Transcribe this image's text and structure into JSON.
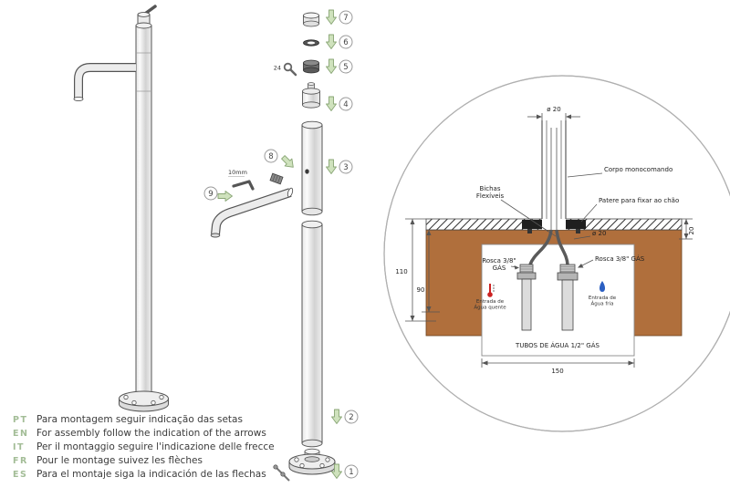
{
  "steps": [
    "1",
    "2",
    "3",
    "4",
    "5",
    "6",
    "7",
    "8",
    "9"
  ],
  "tools": {
    "wrench_size": "24",
    "allen_size": "10mm"
  },
  "colors": {
    "arrow_fill": "#cfe2bd",
    "arrow_stroke": "#88a574",
    "floor_fill": "#b06f3c",
    "hot": "#cc2222",
    "cold": "#2b5fc2",
    "lang_code": "#a3bd97"
  },
  "detail": {
    "dia_top": "ø 20",
    "dia_mid": "ø 20",
    "corpo": "Corpo monocomando",
    "bichas_1": "Bichas",
    "bichas_2": "Flexíveis",
    "patere": "Patere para fixar ao chão",
    "rosca_left_1": "Rosca 3/8\"",
    "rosca_left_2": "GÁS",
    "rosca_right": "Rosca 3/8\" GÁS",
    "hot_1": "Entrada de",
    "hot_2": "Água quente",
    "cold_1": "Entrada de",
    "cold_2": "Água fria",
    "tubos": "TUBOS DE ÁGUA 1/2\" GÁS",
    "dim_20": "20",
    "dim_110": "110",
    "dim_90": "90",
    "dim_150": "150"
  },
  "footer": [
    {
      "code": "PT",
      "text": "Para montagem seguir indicação das setas"
    },
    {
      "code": "EN",
      "text": "For assembly follow the indication of the arrows"
    },
    {
      "code": "IT",
      "text": "Per il montaggio seguire l'indicazione delle frecce"
    },
    {
      "code": "FR",
      "text": "Pour le montage suivez les flèches"
    },
    {
      "code": "ES",
      "text": "Para el montaje siga la indicación de las flechas"
    }
  ]
}
